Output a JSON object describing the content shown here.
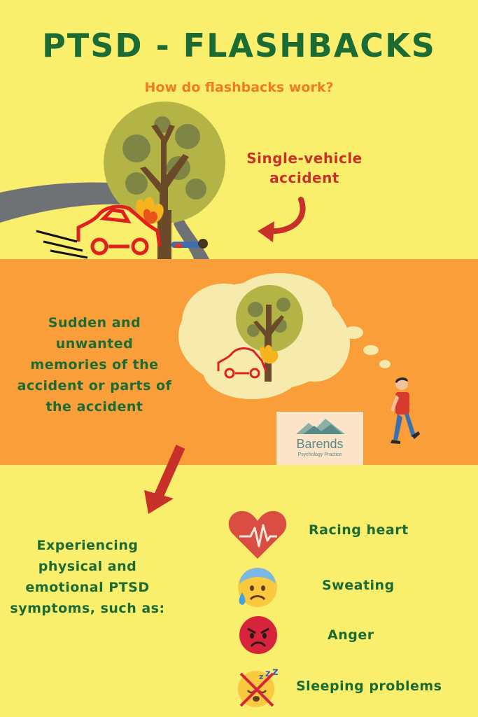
{
  "header": {
    "title": "PTSD - FLASHBACKS",
    "subtitle": "How do flashbacks work?"
  },
  "accident": {
    "label_line1": "Single-vehicle",
    "label_line2": "accident"
  },
  "memories": {
    "lines": [
      "Sudden and",
      "unwanted",
      "memories of the",
      "accident or parts of",
      "the accident"
    ]
  },
  "logo": {
    "name": "Barends",
    "subtitle": "Psychology Practice"
  },
  "symptoms": {
    "intro_lines": [
      "Experiencing",
      "physical and",
      "emotional PTSD",
      "symptoms, such as:"
    ],
    "items": [
      {
        "label": "Racing heart",
        "icon": "heart-icon"
      },
      {
        "label": "Sweating",
        "icon": "sweating-face-icon"
      },
      {
        "label": "Anger",
        "icon": "angry-face-icon"
      },
      {
        "label": "Sleeping problems",
        "icon": "sleepy-face-icon"
      }
    ]
  },
  "colors": {
    "background": "#f9ef6c",
    "band": "#f99e38",
    "title_green": "#1b6b34",
    "subtitle_orange": "#f07c22",
    "accent_red": "#c8302a"
  }
}
